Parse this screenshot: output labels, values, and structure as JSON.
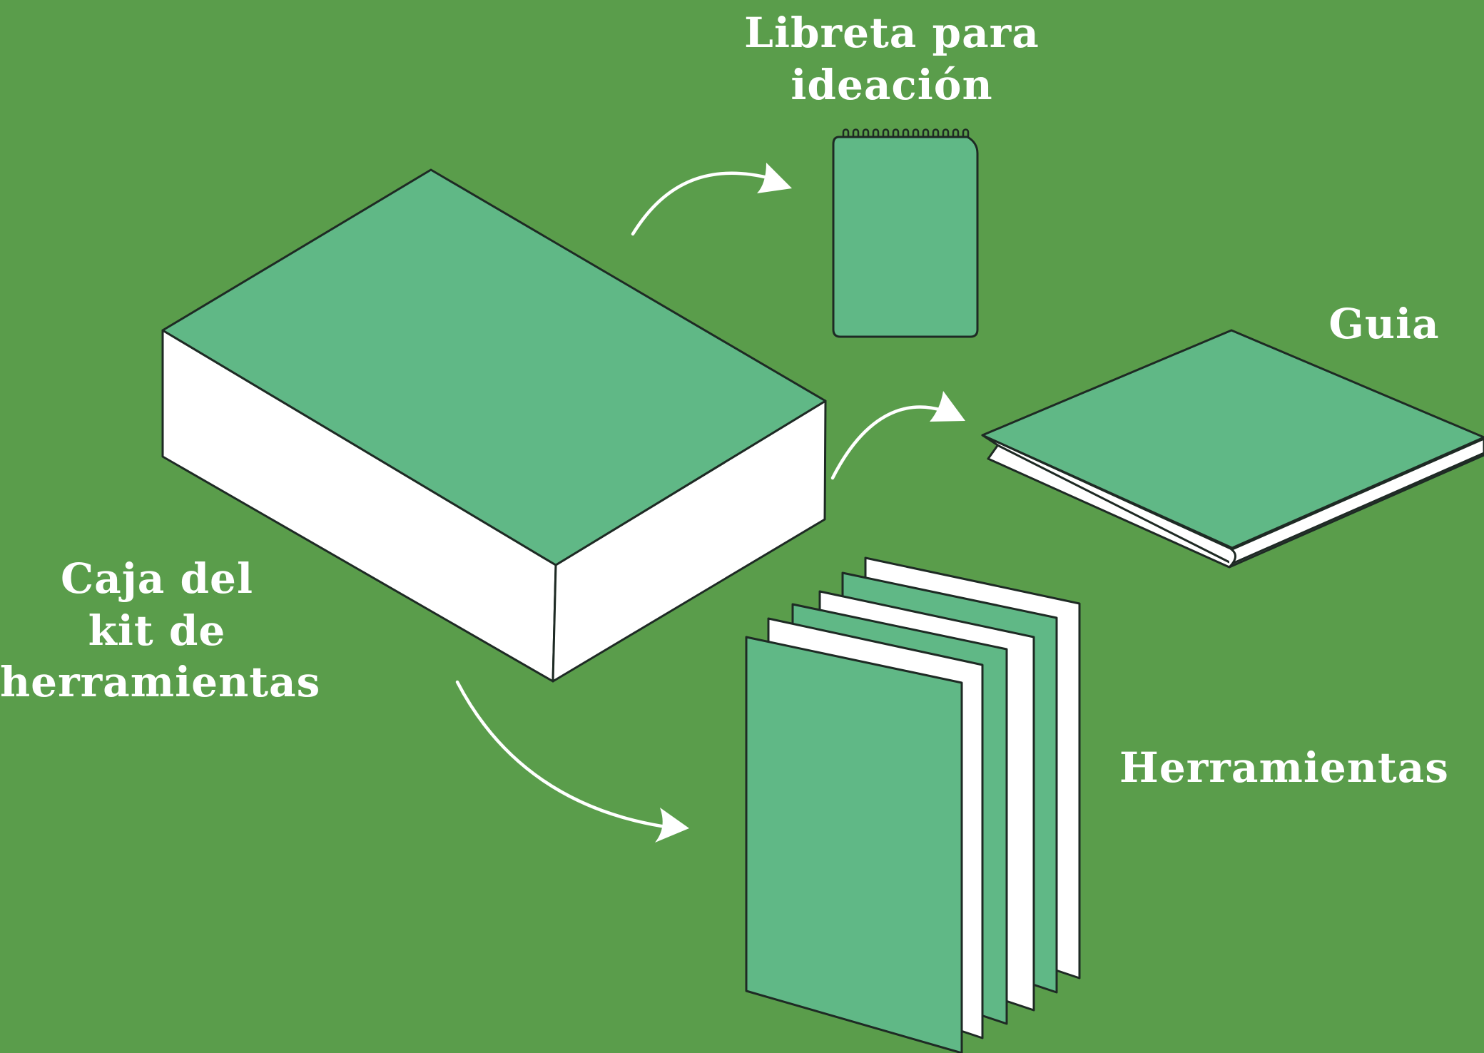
{
  "labels": {
    "notebook": [
      "Libreta para",
      "ideación"
    ],
    "guide": [
      "Guia"
    ],
    "box": [
      "Caja del",
      "kit de",
      "herramientas"
    ],
    "tools": [
      "Herramientas"
    ]
  },
  "colors": {
    "background": "#5a9d4b",
    "face_green": "#60b886",
    "face_white": "#ffffff",
    "outline": "#1e2a24",
    "arrow": "#ffffff",
    "text": "#ffffff"
  }
}
